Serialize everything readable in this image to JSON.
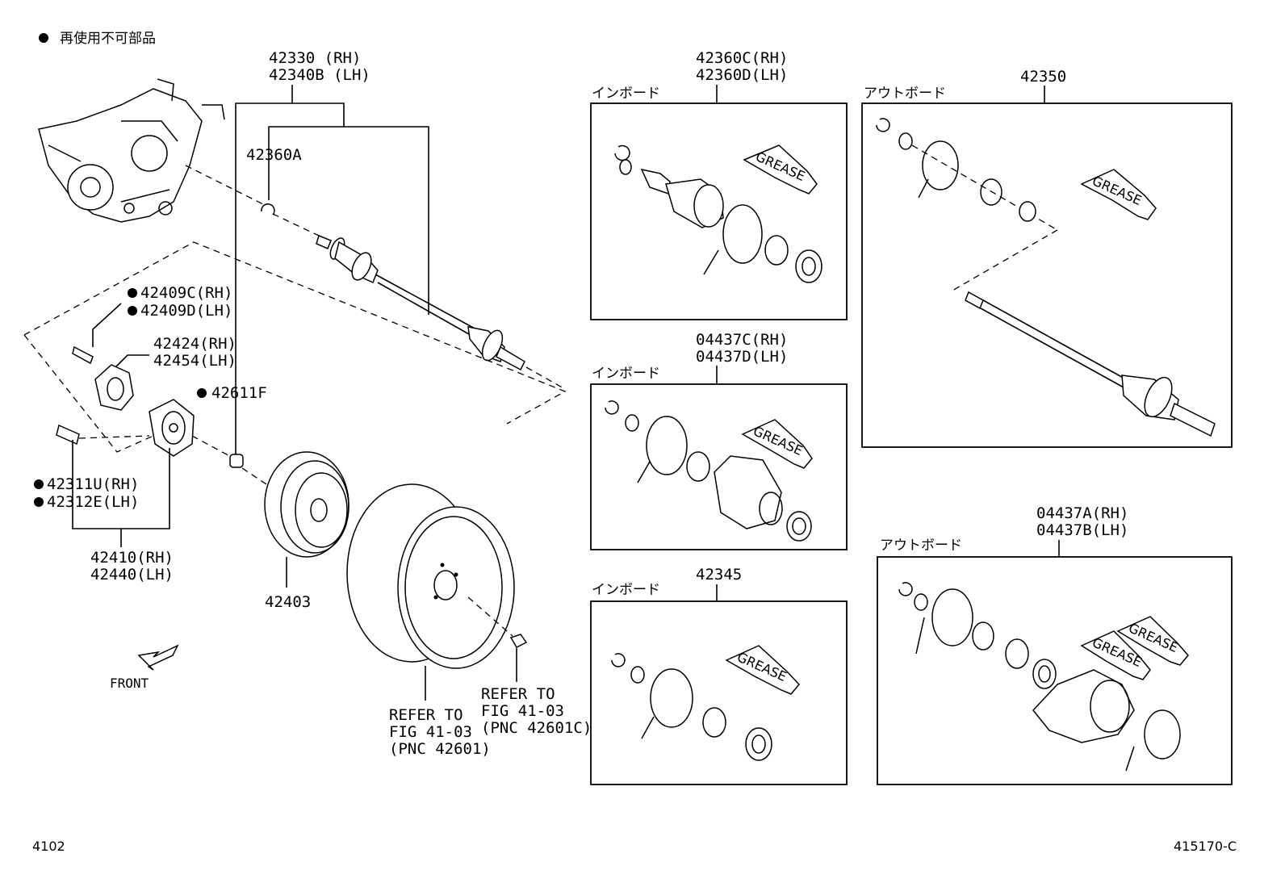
{
  "legend": {
    "marker": "●",
    "text": "再使用不可部品"
  },
  "labels": {
    "p42330": "42330 (RH)",
    "p42340B": "42340B (LH)",
    "p42360A": "42360A",
    "p42409C": "42409C(RH)",
    "p42409D": "42409D(LH)",
    "p42424": "42424(RH)",
    "p42454": "42454(LH)",
    "p42611F": "42611F",
    "p42311U": "42311U(RH)",
    "p42312E": "42312E(LH)",
    "p42410": "42410(RH)",
    "p42440": "42440(LH)",
    "p42403": "42403",
    "p42360C": "42360C(RH)",
    "p42360D": "42360D(LH)",
    "p42350": "42350",
    "p04437C": "04437C(RH)",
    "p04437D": "04437D(LH)",
    "p42345": "42345",
    "p04437A": "04437A(RH)",
    "p04437B": "04437B(LH)"
  },
  "box_captions": {
    "inboard": "インボード",
    "outboard": "アウトボード"
  },
  "references": {
    "wheel": [
      "REFER TO",
      "FIG 41-03",
      "(PNC 42601)"
    ],
    "nut": [
      "REFER TO",
      "FIG 41-03",
      "(PNC 42601C)"
    ]
  },
  "front_label": "FRONT",
  "grease_text": "GREASE",
  "footer": {
    "left": "4102",
    "right": "415170-C"
  }
}
